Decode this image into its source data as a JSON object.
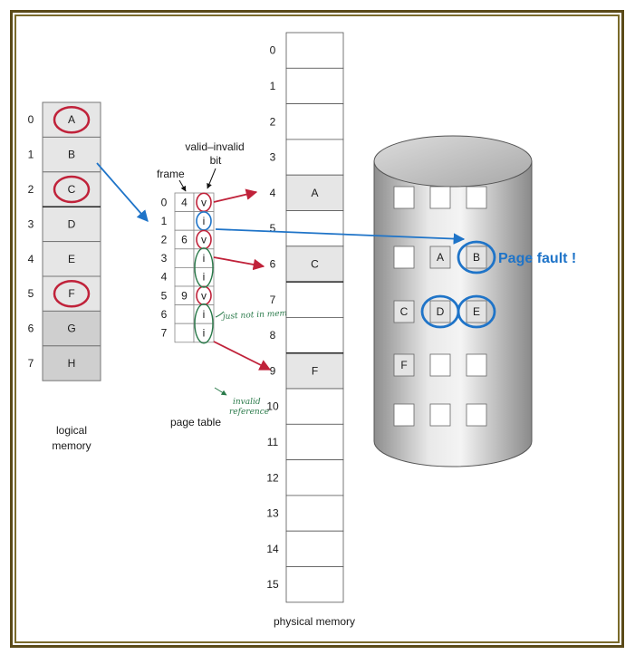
{
  "logical_memory": {
    "caption": [
      "logical",
      "memory"
    ],
    "pages": [
      {
        "index": "0",
        "label": "A",
        "highlight": "red",
        "shade": "light"
      },
      {
        "index": "1",
        "label": "B",
        "highlight": "none",
        "shade": "light"
      },
      {
        "index": "2",
        "label": "C",
        "highlight": "red",
        "shade": "light"
      },
      {
        "index": "3",
        "label": "D",
        "highlight": "none",
        "shade": "light"
      },
      {
        "index": "4",
        "label": "E",
        "highlight": "none",
        "shade": "light"
      },
      {
        "index": "5",
        "label": "F",
        "highlight": "red",
        "shade": "light"
      },
      {
        "index": "6",
        "label": "G",
        "highlight": "none",
        "shade": "dark"
      },
      {
        "index": "7",
        "label": "H",
        "highlight": "none",
        "shade": "dark"
      }
    ]
  },
  "page_table": {
    "caption": "page table",
    "frame_label": "frame",
    "valid_invalid_label": [
      "valid–invalid",
      "bit"
    ],
    "rows": [
      {
        "index": "0",
        "frame": "4",
        "bit": "v",
        "bit_circle": "red"
      },
      {
        "index": "1",
        "frame": "",
        "bit": "i",
        "bit_circle": "blue"
      },
      {
        "index": "2",
        "frame": "6",
        "bit": "v",
        "bit_circle": "red"
      },
      {
        "index": "3",
        "frame": "",
        "bit": "i",
        "bit_circle": "green"
      },
      {
        "index": "4",
        "frame": "",
        "bit": "i",
        "bit_circle": "green"
      },
      {
        "index": "5",
        "frame": "9",
        "bit": "v",
        "bit_circle": "red"
      },
      {
        "index": "6",
        "frame": "",
        "bit": "i",
        "bit_circle": "green"
      },
      {
        "index": "7",
        "frame": "",
        "bit": "i",
        "bit_circle": "green"
      }
    ],
    "annotations": {
      "just_not_in_memory": "just not in memory",
      "invalid_reference": [
        "invalid",
        "reference"
      ]
    }
  },
  "physical_memory": {
    "caption": "physical memory",
    "frames": [
      {
        "index": "0",
        "label": ""
      },
      {
        "index": "1",
        "label": ""
      },
      {
        "index": "2",
        "label": ""
      },
      {
        "index": "3",
        "label": ""
      },
      {
        "index": "4",
        "label": "A"
      },
      {
        "index": "5",
        "label": ""
      },
      {
        "index": "6",
        "label": "C"
      },
      {
        "index": "7",
        "label": ""
      },
      {
        "index": "8",
        "label": ""
      },
      {
        "index": "9",
        "label": "F"
      },
      {
        "index": "10",
        "label": ""
      },
      {
        "index": "11",
        "label": ""
      },
      {
        "index": "12",
        "label": ""
      },
      {
        "index": "13",
        "label": ""
      },
      {
        "index": "14",
        "label": ""
      },
      {
        "index": "15",
        "label": ""
      }
    ]
  },
  "disk": {
    "slots": [
      [
        "",
        "",
        ""
      ],
      [
        "",
        "A",
        "B"
      ],
      [
        "C",
        "D",
        "E"
      ],
      [
        "F",
        "",
        ""
      ],
      [
        "",
        "",
        ""
      ]
    ],
    "circled": [
      "B",
      "D",
      "E"
    ]
  },
  "page_fault_label": "Page fault !",
  "colors": {
    "red": "#c0223a",
    "blue": "#1f74c8",
    "green": "#2a7a4a",
    "cell_light": "#e6e6e6",
    "cell_dark": "#cfcfcf",
    "frame_border": "#5a4a18"
  }
}
